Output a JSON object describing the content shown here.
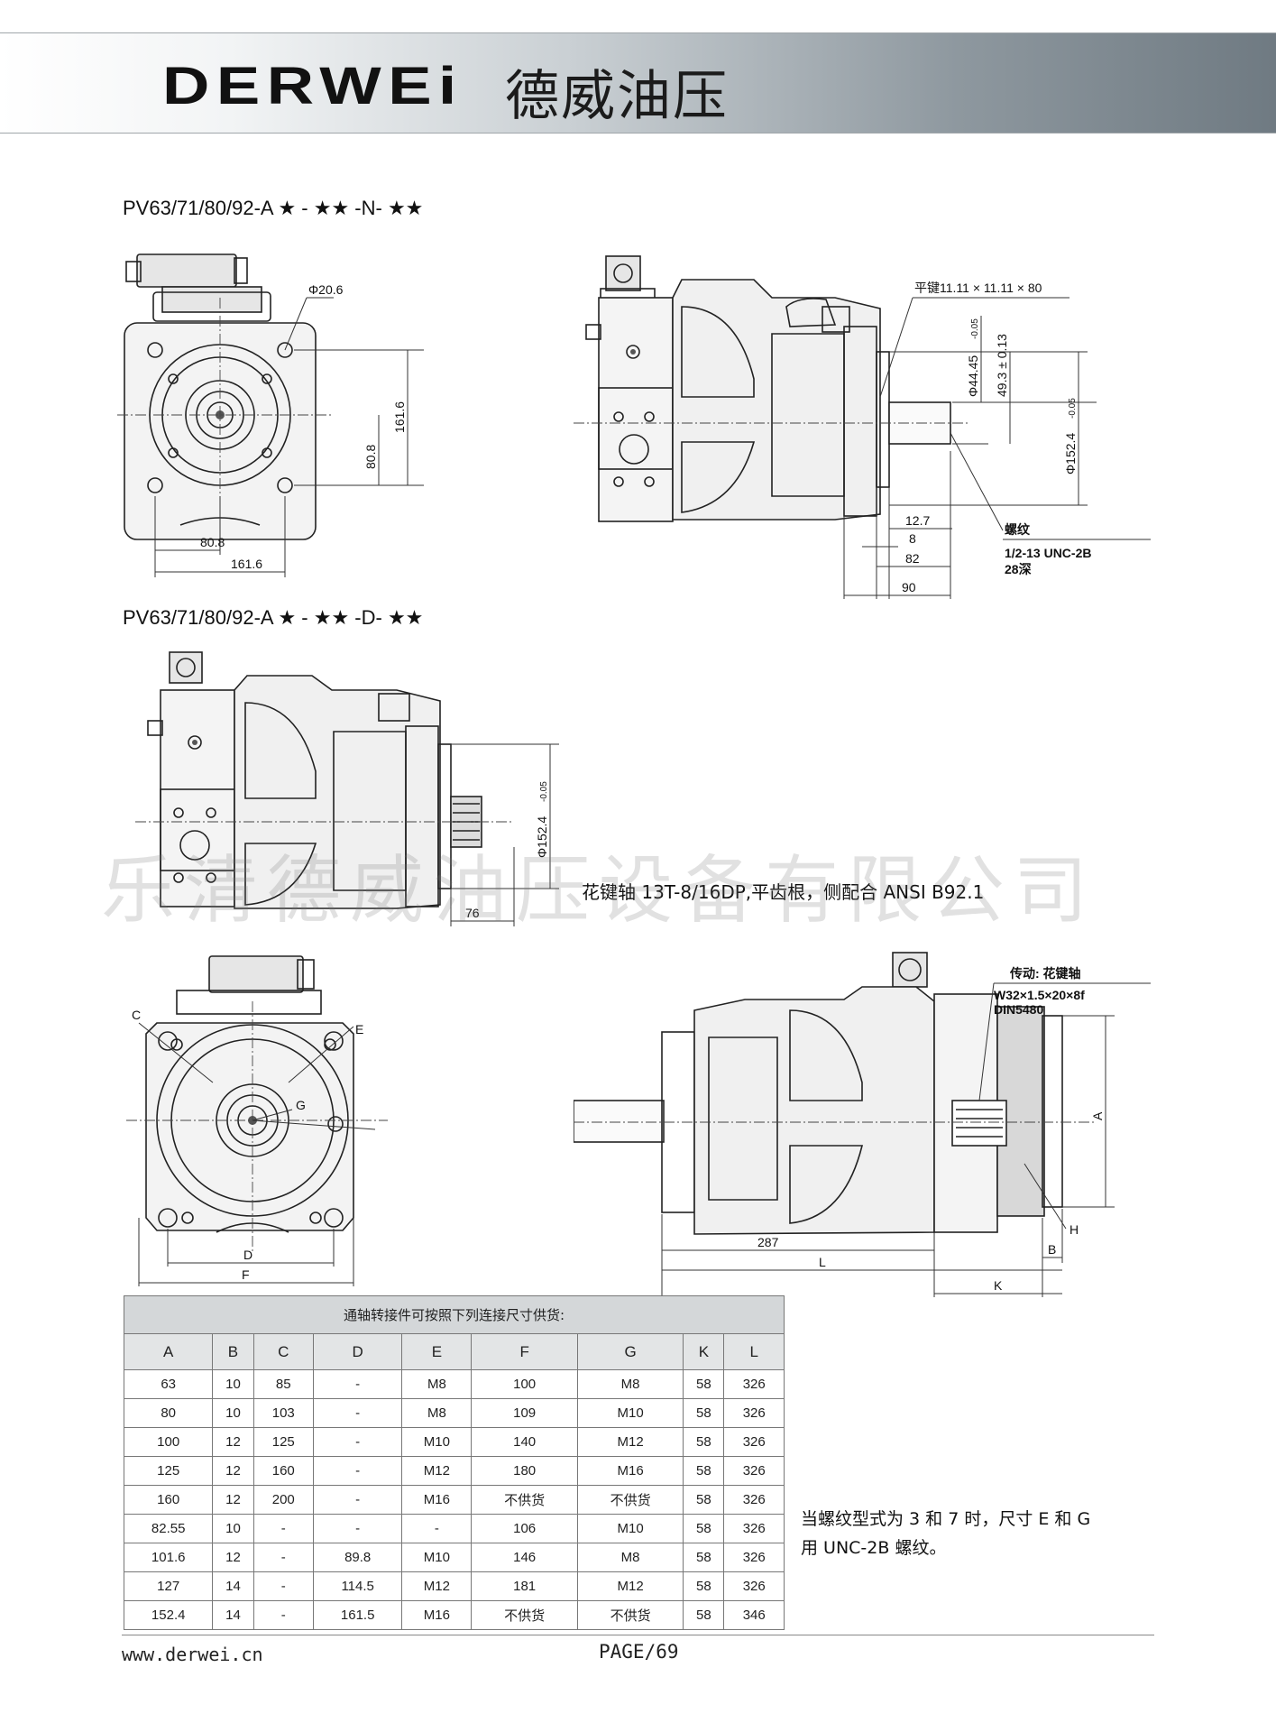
{
  "header": {
    "brand": "DERWEi",
    "brand_cn": "德威油压"
  },
  "sections": {
    "model_n": "PV63/71/80/92-A ★ - ★★ -N- ★★",
    "model_d": "PV63/71/80/92-A ★ - ★★ -D- ★★"
  },
  "drawing1_front": {
    "dia": "Φ20.6",
    "v1": "161.6",
    "v2": "80.8",
    "h1": "80.8",
    "h2": "161.6"
  },
  "drawing1_side": {
    "key": "平键11.11 × 11.11 × 80",
    "d1": "Φ44.45",
    "d1_tol": "-0.05",
    "d2": "49.3 ± 0.13",
    "d3": "Φ152.4",
    "d3_tol": "-0.05",
    "thread_label": "螺纹",
    "thread_spec": "1/2-13 UNC-2B",
    "thread_depth": "28深",
    "l1": "12.7",
    "l2": "8",
    "l3": "82",
    "l4": "90"
  },
  "drawing2_side": {
    "d": "Φ152.4",
    "d_tol": "-0.05",
    "len": "76"
  },
  "spline_note": "花键轴 13T-8/16DP,平齿根，侧配合 ANSI B92.1",
  "watermark": "乐清德威油压设备有限公司",
  "drawing3_front": {
    "C": "C",
    "E": "E",
    "G": "G",
    "D": "D",
    "F": "F"
  },
  "drawing3_side": {
    "drive_label": "传动: 花键轴",
    "drive_spec": "W32×1.5×20×8f",
    "drive_std": "DIN5480",
    "A": "A",
    "H": "H",
    "B": "B",
    "K": "K",
    "L": "L",
    "len": "287"
  },
  "table": {
    "caption": "通轴转接件可按照下列连接尺寸供货:",
    "headers": [
      "A",
      "B",
      "C",
      "D",
      "E",
      "F",
      "G",
      "K",
      "L"
    ],
    "rows": [
      [
        "63",
        "10",
        "85",
        "-",
        "M8",
        "100",
        "M8",
        "58",
        "326"
      ],
      [
        "80",
        "10",
        "103",
        "-",
        "M8",
        "109",
        "M10",
        "58",
        "326"
      ],
      [
        "100",
        "12",
        "125",
        "-",
        "M10",
        "140",
        "M12",
        "58",
        "326"
      ],
      [
        "125",
        "12",
        "160",
        "-",
        "M12",
        "180",
        "M16",
        "58",
        "326"
      ],
      [
        "160",
        "12",
        "200",
        "-",
        "M16",
        "不供货",
        "不供货",
        "58",
        "326"
      ],
      [
        "82.55",
        "10",
        "-",
        "-",
        "-",
        "106",
        "M10",
        "58",
        "326"
      ],
      [
        "101.6",
        "12",
        "-",
        "89.8",
        "M10",
        "146",
        "M8",
        "58",
        "326"
      ],
      [
        "127",
        "14",
        "-",
        "114.5",
        "M12",
        "181",
        "M12",
        "58",
        "326"
      ],
      [
        "152.4",
        "14",
        "-",
        "161.5",
        "M16",
        "不供货",
        "不供货",
        "58",
        "346"
      ]
    ]
  },
  "note": "当螺纹型式为 3 和 7 时，尺寸 E 和 G用 UNC-2B 螺纹。",
  "footer": {
    "url": "www.derwei.cn",
    "page": "PAGE/69"
  }
}
